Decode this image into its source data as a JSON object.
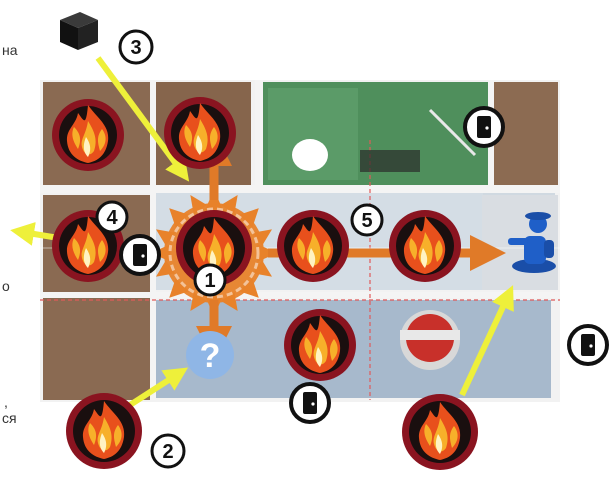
{
  "labels": {
    "marker_1": "1",
    "marker_2": "2",
    "marker_3": "3",
    "marker_4": "4",
    "marker_5": "5"
  },
  "side_text": {
    "top_right_fragment": "на",
    "mid_right_fragment": "о",
    "bottom_right_fragment_1": ",",
    "bottom_right_fragment_2": "ся"
  },
  "icons": {
    "fire": "flame-token-icon",
    "door": "door-token-icon",
    "black_cube": "damage-cube-icon",
    "firefighter": "firefighter-figure-icon",
    "poi": "point-of-interest-question-icon"
  },
  "colors": {
    "fire_ring": "#8a1420",
    "fire_bg": "#1a0f0f",
    "flame_outer": "#e8501c",
    "flame_inner": "#f7b02a",
    "explosion": "#e8822a",
    "arrow_orange": "#e07a28",
    "arrow_yellow": "#eef03a",
    "firefighter_blue": "#1f5fc8",
    "poi_blue": "#8fb6e6",
    "board_wall": "#f4f4f4"
  }
}
